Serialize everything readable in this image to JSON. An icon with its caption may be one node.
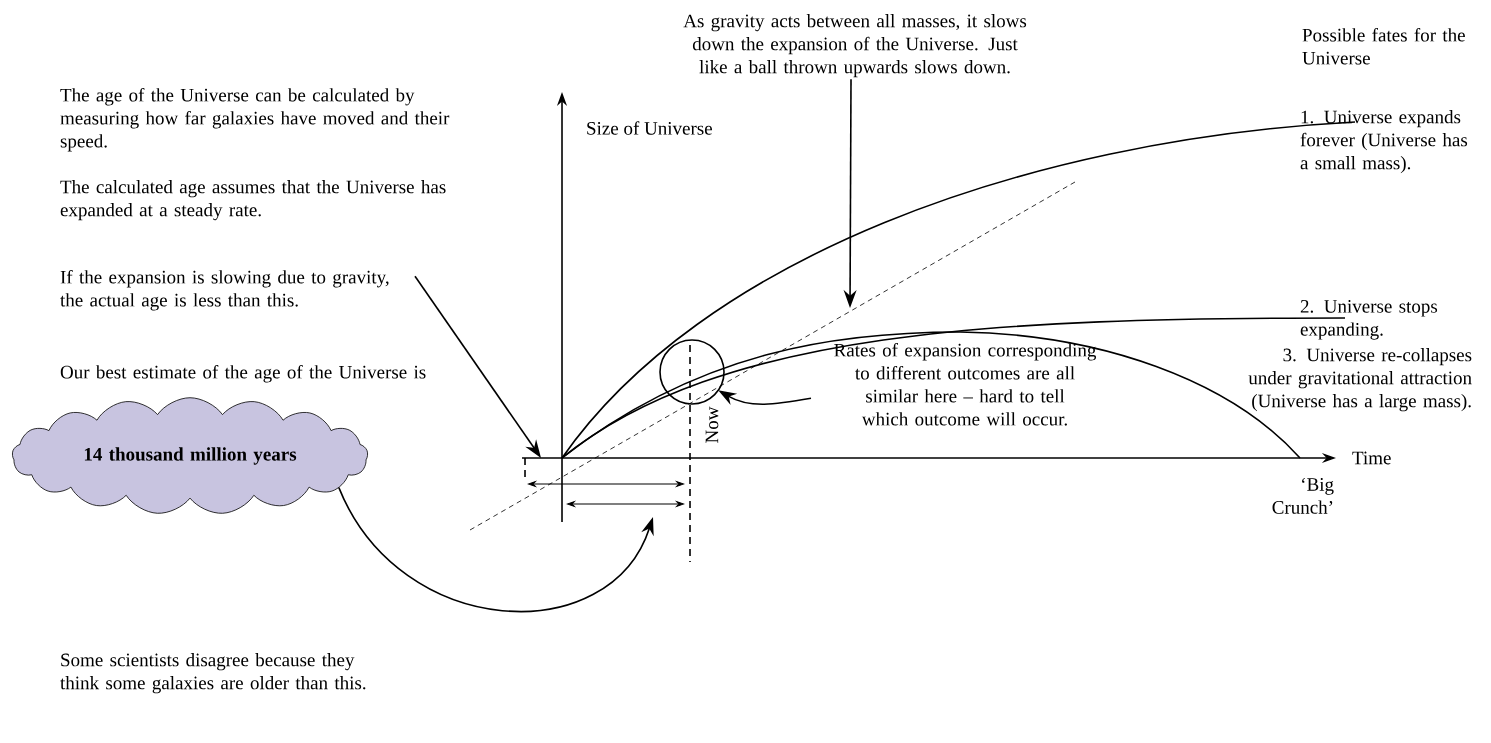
{
  "diagram": {
    "nodes": [
      {
        "text": [
          "As gravity acts between all masses, it slows down the expansion of the Universe. Just like a ball thrown upwards slows down."
        ]
      },
      {
        "text": [
          "The calculated age assumes that the Universe has expanded at a steady rate."
        ]
      },
      {
        "text": [
          "14 thousand million years"
        ]
      },
      {
        "text": [
          "Rates of expansion corresponding to different outcomes are all similar here – hard to tell which outcome will occur."
        ]
      },
      {
        "text": [],
        "shape": "circle"
      }
    ],
    "edges": [
      {
        "from": 0,
        "to": null,
        "arrow": "to"
      },
      {
        "from": 1,
        "to": null,
        "arrow": "to"
      },
      {
        "from": 2,
        "to": null,
        "arrow": "to"
      },
      {
        "from": 3,
        "to": 4,
        "arrow": "to"
      }
    ],
    "labels": [
      "The age of the Universe can be calculated by measuring how far galaxies have moved and their speed.",
      "If the expansion is slowing due to gravity, the actual age is less than this.",
      "Our best estimate of the age of the Universe is",
      "Some scientists disagree because they think some galaxies are older than this.",
      "Size of Universe",
      "Possible fates for the Universe",
      "1. Universe expands forever (Universe has a small mass).",
      "2. Universe stops expanding.",
      "3. Universe re-collapses under gravitational attraction (Universe has a large mass).",
      "Now",
      "Time",
      "‘Big Crunch’"
    ]
  }
}
